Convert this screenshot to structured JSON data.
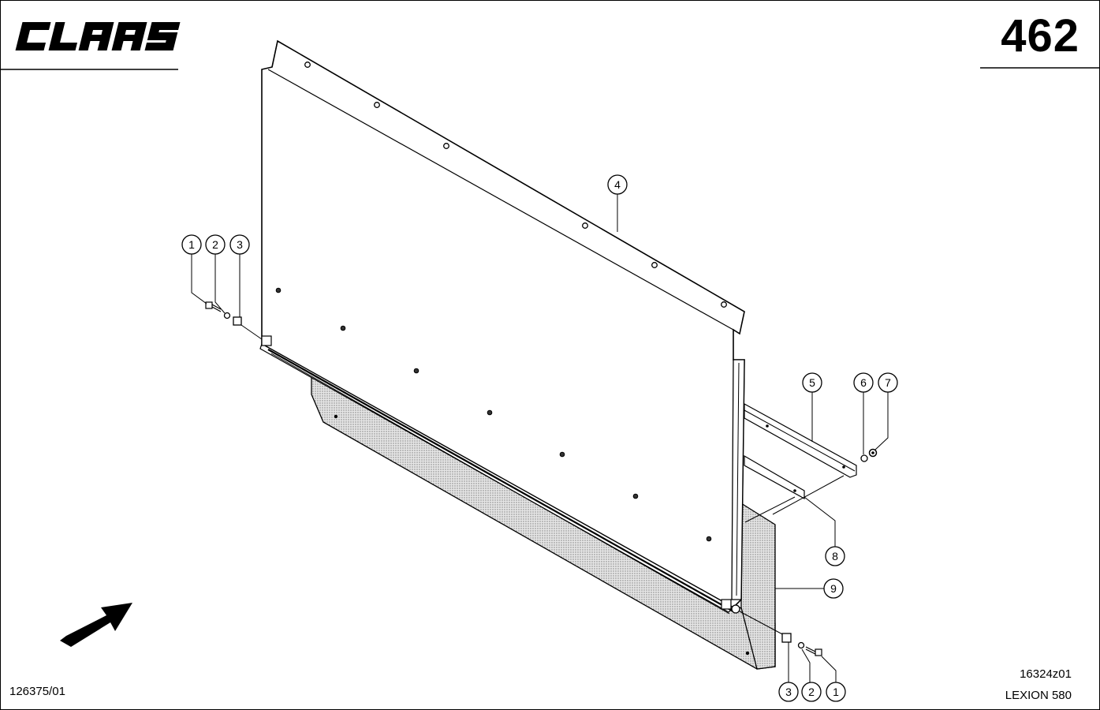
{
  "header": {
    "brand": "CLAAS",
    "page_number": "462"
  },
  "footer": {
    "drawing_ref": "126375/01",
    "figure_code": "16324z01",
    "model": "LEXION 580"
  },
  "callouts": {
    "left_1": "1",
    "left_2": "2",
    "left_3": "3",
    "part_4": "4",
    "part_5": "5",
    "part_6": "6",
    "part_7": "7",
    "part_8": "8",
    "part_9": "9",
    "bottom_3": "3",
    "bottom_2": "2",
    "bottom_1": "1"
  },
  "colors": {
    "line": "#000000",
    "panel_fill": "#ffffff",
    "mat_fill": "#d8d8d8"
  }
}
